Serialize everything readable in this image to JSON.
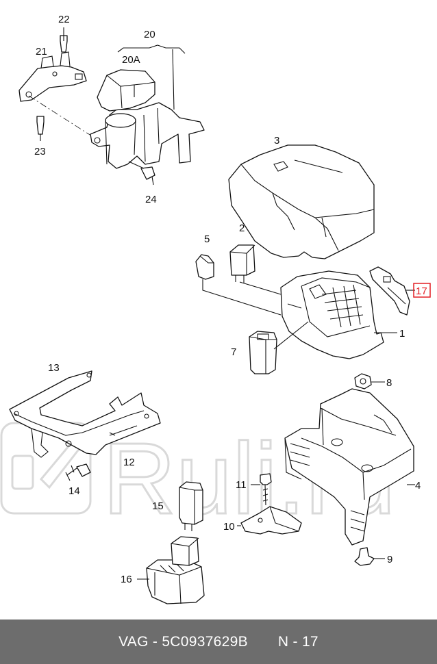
{
  "watermark": "Ruli.ru",
  "footer": {
    "brand_part": "VAG - 5C0937629B",
    "page": "N - 17"
  },
  "labels": {
    "l1": "1",
    "l2": "2",
    "l3": "3",
    "l4": "4",
    "l5": "5",
    "l7": "7",
    "l8": "8",
    "l9": "9",
    "l10": "10",
    "l11": "11",
    "l12": "12",
    "l13": "13",
    "l14": "14",
    "l15": "15",
    "l16": "16",
    "l17": "17",
    "l20": "20",
    "l20a": "20A",
    "l21": "21",
    "l22": "22",
    "l23": "23",
    "l24": "24"
  },
  "colors": {
    "highlight": "#e31e24",
    "footer_bg": "#6d6d6d"
  }
}
